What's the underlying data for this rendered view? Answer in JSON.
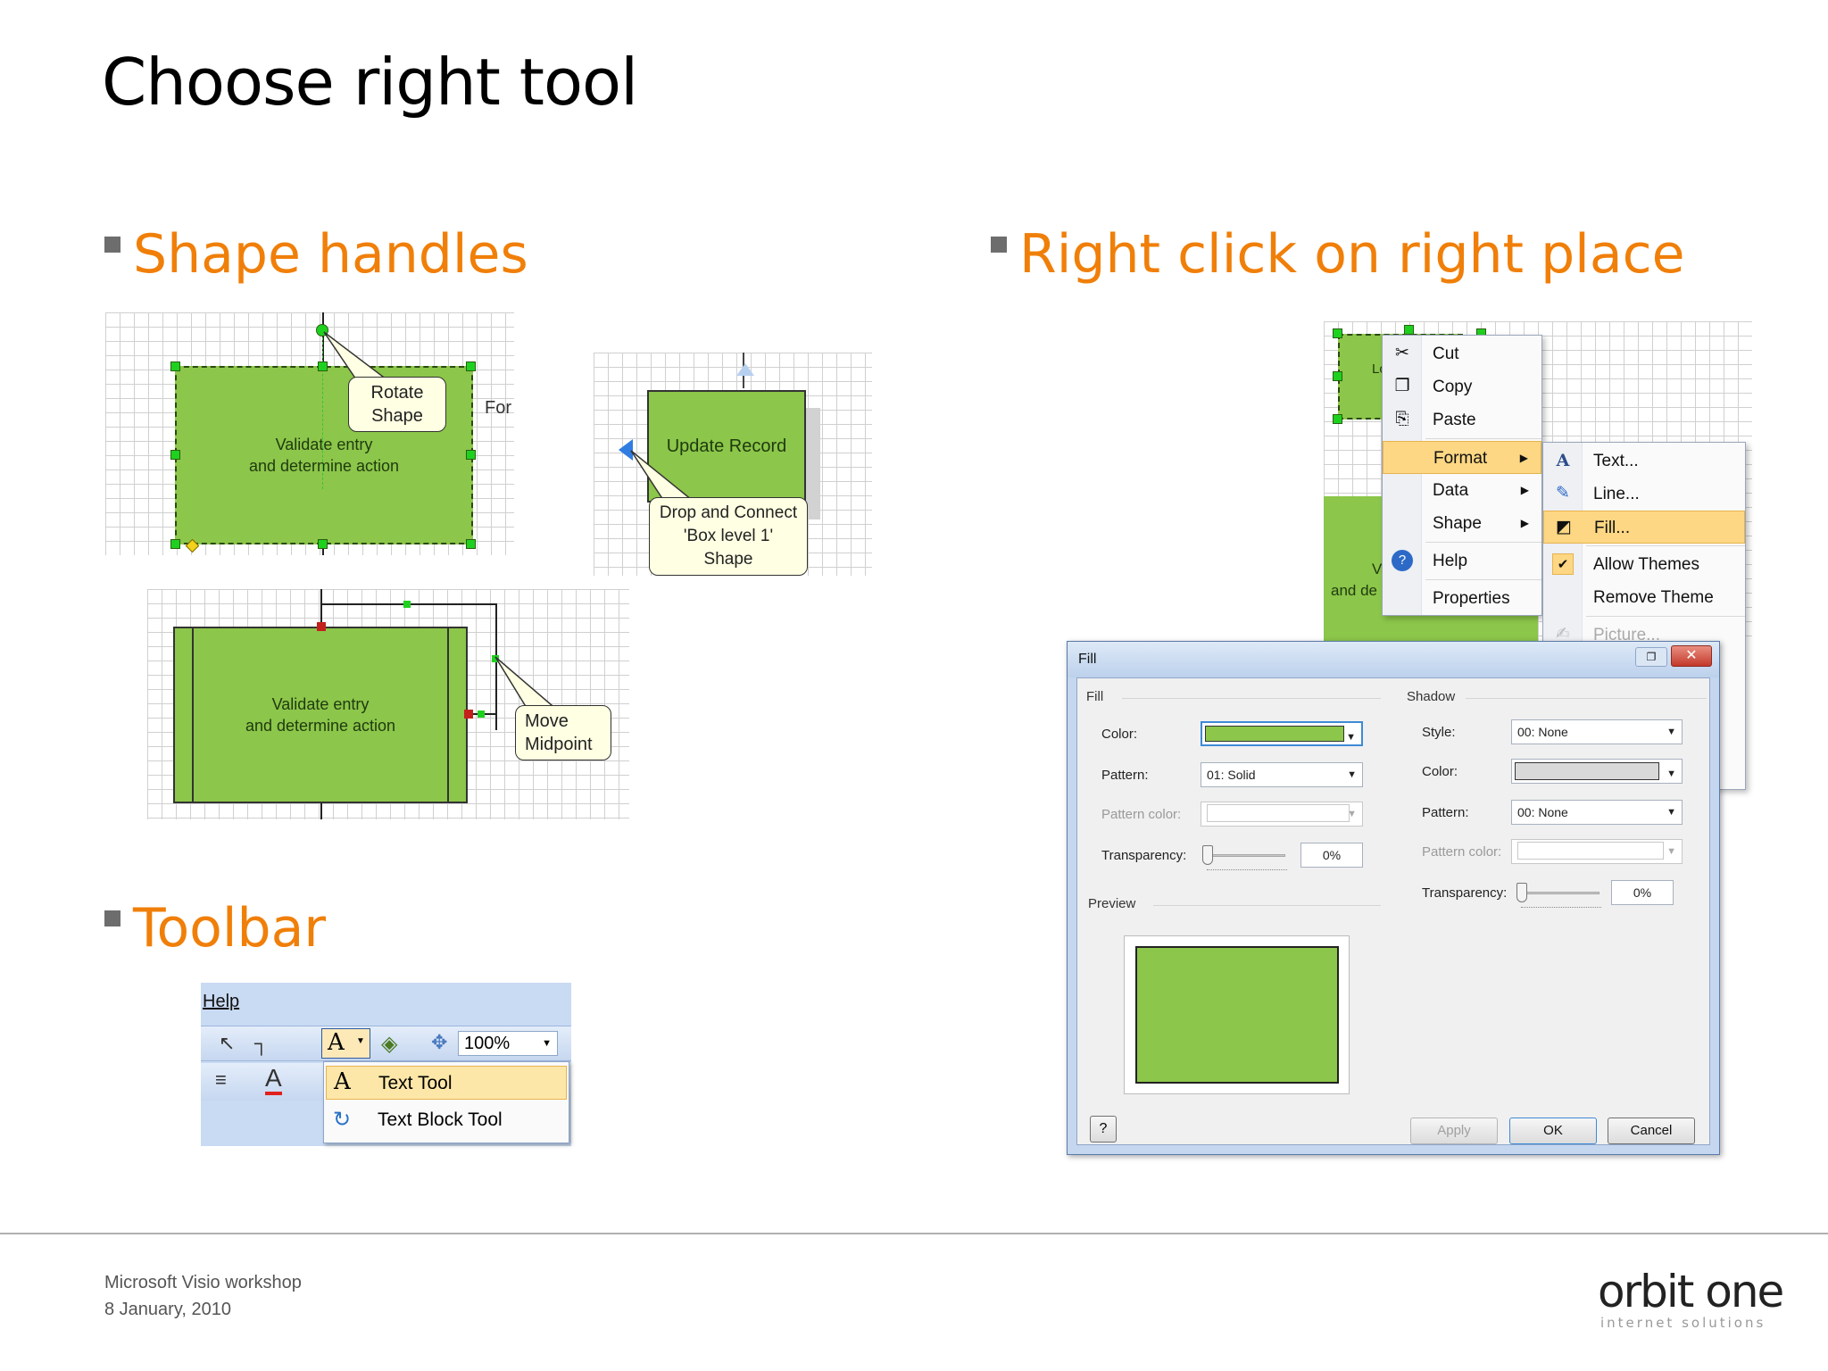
{
  "title": "Choose right tool",
  "bullets": {
    "shape_handles": "Shape handles",
    "right_click": "Right click on right place",
    "toolbar": "Toolbar"
  },
  "shape_handles": {
    "shape1_text": "Validate entry\nand determine action",
    "rotate_callout": "Rotate\nShape",
    "side_label": "For",
    "update_record": "Update Record",
    "drop_connect_callout": "Drop and Connect\n'Box level 1' Shape",
    "shape2_text": "Validate entry\nand determine action",
    "move_midpoint_callout": "Move\nMidpoint"
  },
  "toolbar": {
    "menu_label": "Help",
    "zoom": "100%",
    "items": [
      "Text Tool",
      "Text Block Tool"
    ]
  },
  "context_menu": {
    "background_label_1": "Loa",
    "background_label_2": "Va",
    "background_label_3": "and de",
    "items": [
      {
        "label": "Cut",
        "icon": "scissors-icon"
      },
      {
        "label": "Copy",
        "icon": "copy-icon"
      },
      {
        "label": "Paste",
        "icon": "paste-icon"
      },
      {
        "label": "Format",
        "icon": "",
        "submenu": true,
        "highlighted": true
      },
      {
        "label": "Data",
        "icon": "",
        "submenu": true
      },
      {
        "label": "Shape",
        "icon": "",
        "submenu": true
      },
      {
        "label": "Help",
        "icon": "help-icon"
      },
      {
        "label": "Properties",
        "icon": ""
      }
    ],
    "submenu": [
      {
        "label": "Text...",
        "icon": "text-icon"
      },
      {
        "label": "Line...",
        "icon": "pen-icon"
      },
      {
        "label": "Fill...",
        "icon": "paint-bucket-icon",
        "highlighted": true
      },
      {
        "label": "Allow Themes",
        "icon": "check-icon"
      },
      {
        "label": "Remove Theme",
        "icon": ""
      },
      {
        "label": "Picture...",
        "icon": "picture-icon",
        "disabled": true
      }
    ]
  },
  "fill_dialog": {
    "title": "Fill",
    "fill_group": "Fill",
    "shadow_group": "Shadow",
    "fill": {
      "color_label": "Color:",
      "pattern_label": "Pattern:",
      "pattern_value": "01: Solid",
      "pattern_color_label": "Pattern color:",
      "transparency_label": "Transparency:",
      "transparency_value": "0%"
    },
    "shadow": {
      "style_label": "Style:",
      "style_value": "00: None",
      "color_label": "Color:",
      "pattern_label": "Pattern:",
      "pattern_value": "00: None",
      "pattern_color_label": "Pattern color:",
      "transparency_label": "Transparency:",
      "transparency_value": "0%"
    },
    "preview_label": "Preview",
    "buttons": {
      "apply": "Apply",
      "ok": "OK",
      "cancel": "Cancel"
    }
  },
  "footer": {
    "line1": "Microsoft Visio workshop",
    "line2": "8 January, 2010",
    "logo_main": "orbit one",
    "logo_sub": "internet solutions"
  },
  "colors": {
    "accent": "#f07f09",
    "shape_green": "#8cc64a",
    "menu_highlight": "#fdd783"
  }
}
